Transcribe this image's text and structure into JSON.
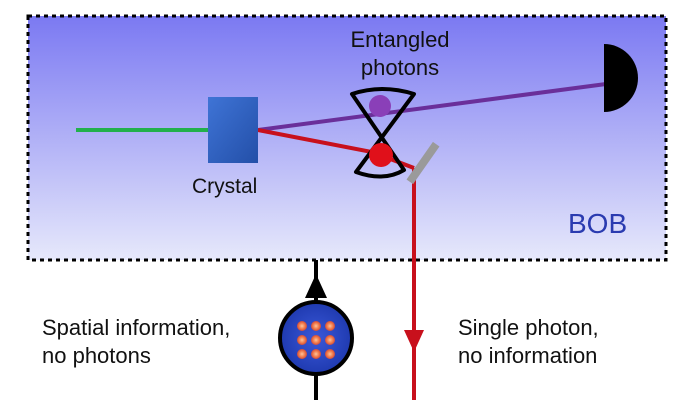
{
  "labels": {
    "entangled_line1": "Entangled",
    "entangled_line2": "photons",
    "crystal": "Crystal",
    "bob": "BOB",
    "spatial_line1": "Spatial information,",
    "spatial_line2": "no photons",
    "single_line1": "Single photon,",
    "single_line2": "no information"
  },
  "colors": {
    "bob_box_top": "#7b79f2",
    "bob_box_bottom": "#e6e8fb",
    "bob_text": "#2a3bb0",
    "pump_beam": "#22b04b",
    "crystal": "#2f5fbf",
    "signal_beam": "#6a2f9a",
    "idler_beam": "#c8101c",
    "detector": "#000000",
    "mirror": "#9a9a9a",
    "photon_purple": "#8a3fb8",
    "photon_red": "#e0101a",
    "image_disk": "#2f4fd0",
    "image_spots": "#f08a5a"
  },
  "icons": [
    "detector-icon",
    "mirror-icon",
    "crystal-icon",
    "entangled-photons-icon",
    "spatial-image-icon"
  ]
}
